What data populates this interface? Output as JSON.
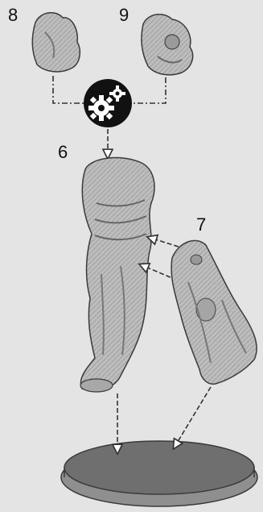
{
  "callouts": {
    "part_8": "8",
    "part_9": "9",
    "part_6": "6",
    "part_7": "7"
  },
  "icons": {
    "assembly_choice": "gears-icon"
  },
  "colors": {
    "background": "#e4e4e4",
    "part_fill": "#bdbdbd",
    "part_shadow": "#7d7d7d",
    "outline": "#3a3a3a",
    "gear_badge": "#111111",
    "arrow": "#333333"
  }
}
